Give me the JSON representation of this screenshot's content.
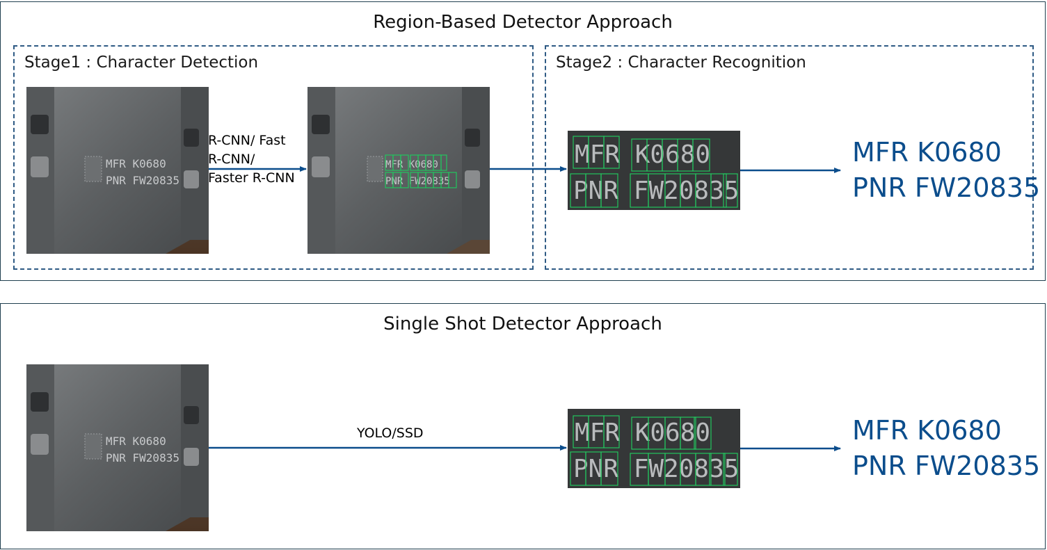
{
  "region_based": {
    "title": "Region-Based Detector Approach",
    "stage1": {
      "title": "Stage1 : Character Detection"
    },
    "stage2": {
      "title": "Stage2 : Character Recognition"
    },
    "method_lines": [
      "R-CNN/ Fast",
      "R-CNN/",
      "Faster R-CNN"
    ],
    "result_lines": [
      "MFR K0680",
      "PNR FW20835"
    ]
  },
  "single_shot": {
    "title": "Single Shot Detector Approach",
    "method_label": "YOLO/SSD",
    "result_lines": [
      "MFR K0680",
      "PNR FW20835"
    ]
  },
  "marking": {
    "line1": "MFR K0680",
    "line2": "PNR FW20835"
  },
  "colors": {
    "arrow": "#0b4d8c",
    "result_text": "#0b4d8c",
    "box": "#22c55e",
    "border": "#1f3f4f",
    "dashed": "#2e5a84"
  }
}
